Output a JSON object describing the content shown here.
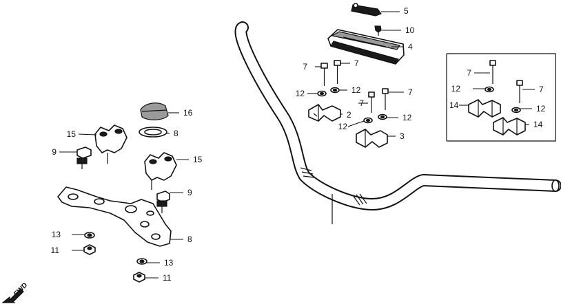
{
  "callouts": [
    {
      "key": "c5",
      "label": "5"
    },
    {
      "key": "c10",
      "label": "10"
    },
    {
      "key": "c4",
      "label": "4"
    },
    {
      "key": "c7a",
      "label": "7"
    },
    {
      "key": "c7b",
      "label": "7"
    },
    {
      "key": "c12a",
      "label": "12"
    },
    {
      "key": "c12b",
      "label": "12"
    },
    {
      "key": "c7c",
      "label": "7"
    },
    {
      "key": "c7d",
      "label": "7"
    },
    {
      "key": "c2",
      "label": "2"
    },
    {
      "key": "c12c",
      "label": "12"
    },
    {
      "key": "c12d",
      "label": "12"
    },
    {
      "key": "c3",
      "label": "3"
    },
    {
      "key": "c16",
      "label": "16"
    },
    {
      "key": "c15a",
      "label": "15"
    },
    {
      "key": "c8a",
      "label": "8"
    },
    {
      "key": "c9a",
      "label": "9"
    },
    {
      "key": "c15b",
      "label": "15"
    },
    {
      "key": "c9b",
      "label": "9"
    },
    {
      "key": "c13a",
      "label": "13"
    },
    {
      "key": "c8b",
      "label": "8"
    },
    {
      "key": "c11a",
      "label": "11"
    },
    {
      "key": "c13b",
      "label": "13"
    },
    {
      "key": "c11b",
      "label": "11"
    },
    {
      "key": "c7e",
      "label": "7"
    },
    {
      "key": "c12e",
      "label": "12"
    },
    {
      "key": "c7f",
      "label": "7"
    },
    {
      "key": "c14a",
      "label": "14"
    },
    {
      "key": "c12f",
      "label": "12"
    },
    {
      "key": "c14b",
      "label": "14"
    }
  ],
  "fwd_label": "FWD"
}
